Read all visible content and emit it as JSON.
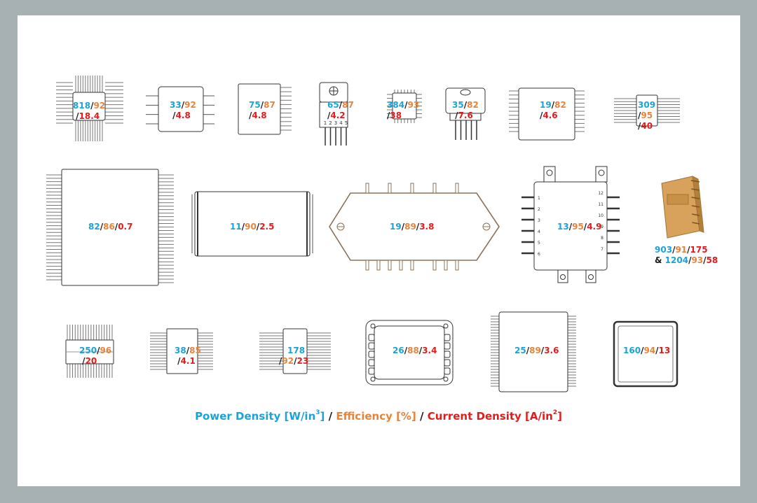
{
  "colors": {
    "power_density": "#1aa3d9",
    "efficiency": "#e8833a",
    "current_density": "#e21b1b",
    "separator": "#1a1a1a"
  },
  "legend": {
    "power_density": "Power Density [W/in",
    "pd_exp": "3",
    "pd_close": "]",
    "sep1": " / ",
    "efficiency": "Efficiency [%]",
    "sep2": " / ",
    "current_density": "Current Density [A/in",
    "cd_exp": "2",
    "cd_close": "]"
  },
  "modules": [
    {
      "pd": "818",
      "ef": "92",
      "cd": "18.4"
    },
    {
      "pd": "33",
      "ef": "92",
      "cd": "4.8"
    },
    {
      "pd": "75",
      "ef": "87",
      "cd": "4.8"
    },
    {
      "pd": "65",
      "ef": "87",
      "cd": "4.2"
    },
    {
      "pd": "384",
      "ef": "93",
      "cd": "38"
    },
    {
      "pd": "35",
      "ef": "82",
      "cd": "7.6"
    },
    {
      "pd": "19",
      "ef": "82",
      "cd": "4.6"
    },
    {
      "pd": "309",
      "ef": "95",
      "cd": "40"
    },
    {
      "pd": "82",
      "ef": "86",
      "cd": "0.7"
    },
    {
      "pd": "11",
      "ef": "90",
      "cd": "2.5"
    },
    {
      "pd": "19",
      "ef": "89",
      "cd": "3.8"
    },
    {
      "pd": "13",
      "ef": "95",
      "cd": "4.9"
    },
    {
      "pd": "903",
      "ef": "91",
      "cd": "175",
      "pd2": "1204",
      "ef2": "93",
      "cd2": "58",
      "amp": "&"
    },
    {
      "pd": "250",
      "ef": "96",
      "cd": "20"
    },
    {
      "pd": "38",
      "ef": "85",
      "cd": "4.1"
    },
    {
      "pd": "178",
      "ef": "92",
      "cd": "23"
    },
    {
      "pd": "26",
      "ef": "88",
      "cd": "3.4"
    },
    {
      "pd": "25",
      "ef": "89",
      "cd": "3.6"
    },
    {
      "pd": "160",
      "ef": "94",
      "cd": "13"
    }
  ],
  "pin_numbers": {
    "to220": [
      "1",
      "2",
      "3",
      "4",
      "5"
    ],
    "hybrid_left": [
      "1",
      "2",
      "3",
      "4",
      "5",
      "6"
    ],
    "hybrid_right": [
      "12",
      "11",
      "10",
      "9",
      "8",
      "7"
    ]
  }
}
